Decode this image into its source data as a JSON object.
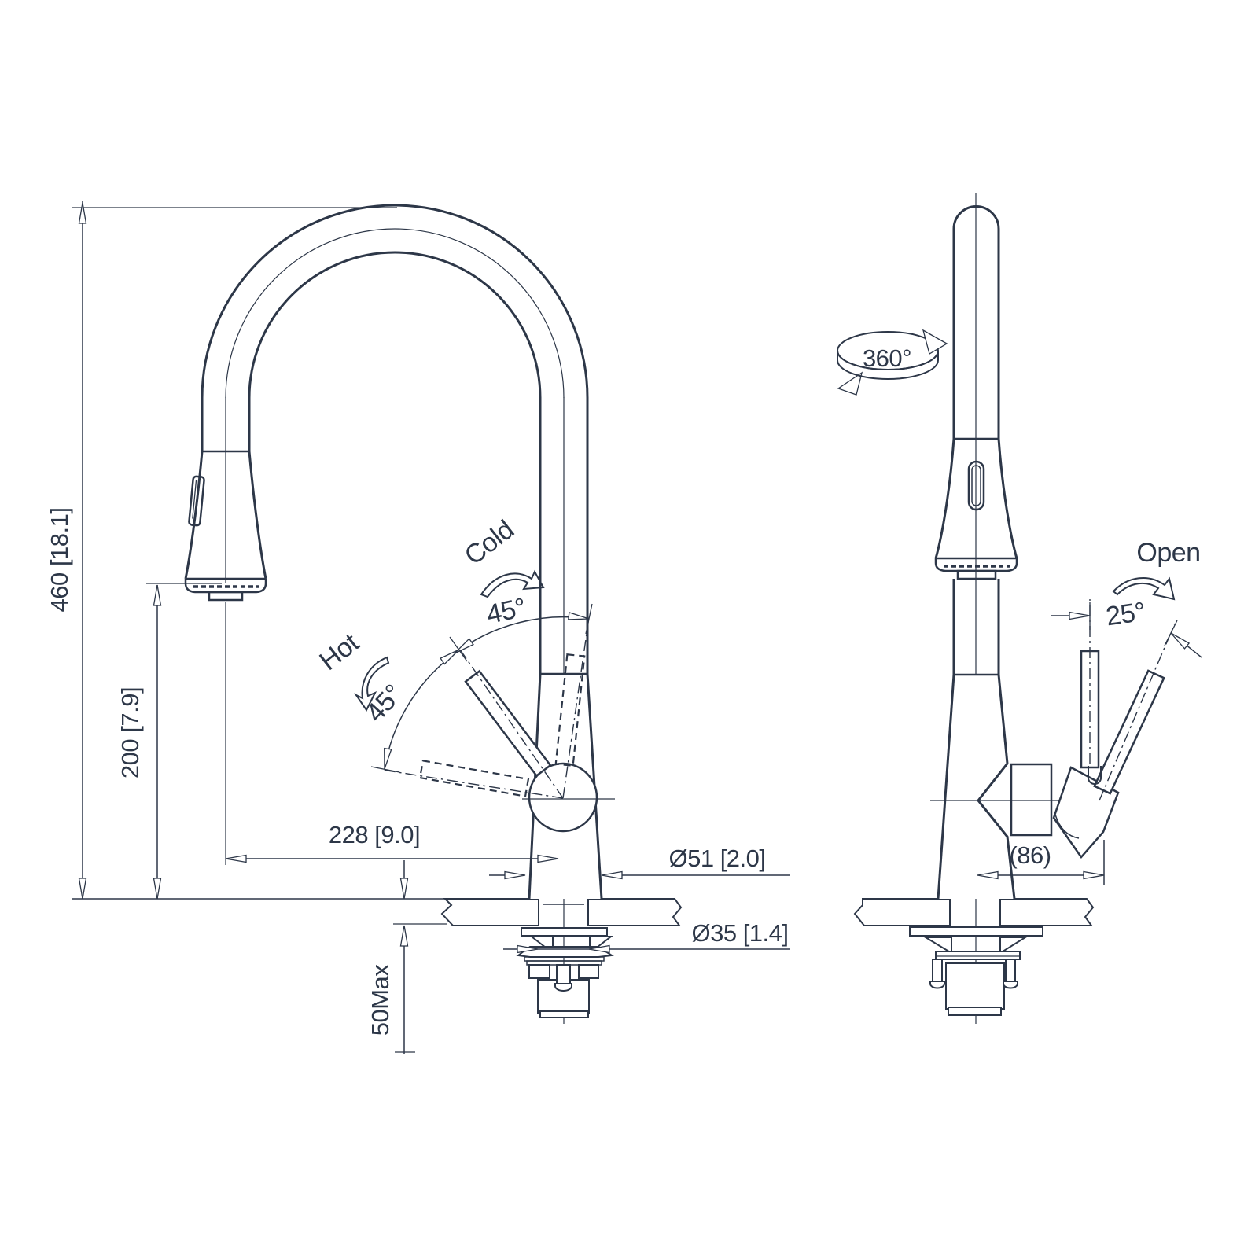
{
  "drawing": {
    "title": "kitchen pull-down faucet installation dimensions",
    "colors": {
      "line": "#2d3748",
      "ribbon": "#3e4756",
      "background": "#ffffff"
    }
  },
  "labels": {
    "overall_height": "460 [18.1]",
    "spout_height": "200 [7.9]",
    "spout_reach": "228 [9.0]",
    "base_diameter": "Ø51 [2.0]",
    "hole_diameter": "Ø35 [1.4]",
    "counter_max_thickness": "50Max",
    "handle_projection": "(86)",
    "swivel_angle": "360°",
    "open_label": "Open",
    "open_angle": "25°",
    "cold_label": "Cold",
    "cold_angle": "45°",
    "hot_label": "Hot",
    "hot_angle": "45°"
  }
}
